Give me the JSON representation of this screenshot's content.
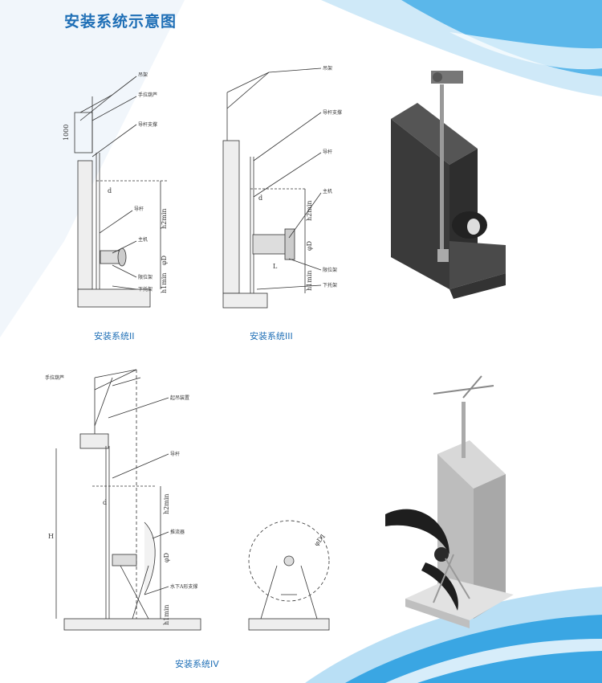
{
  "page": {
    "title": "安装系统示意图"
  },
  "diagram2": {
    "caption": "安装系统II",
    "labels": {
      "crane": "吊架",
      "hoist": "手拉葫芦",
      "support": "导杆支撑",
      "rail": "导杆",
      "motor": "主机",
      "bracket": "限位架",
      "lower_bracket": "下托架"
    },
    "dims": {
      "height_1000": "1000",
      "d": "d",
      "h2": "h2min",
      "phiD": "φD",
      "h1": "h1min"
    }
  },
  "diagram3": {
    "caption": "安装系统III",
    "labels": {
      "crane": "吊架",
      "support": "导杆支撑",
      "rail": "导杆",
      "motor": "主机",
      "bracket": "限位架",
      "lower_bracket": "下托架"
    },
    "dims": {
      "d": "d",
      "h2": "h2min",
      "phiD": "φD",
      "L": "L",
      "h1": "h1min"
    }
  },
  "diagram4": {
    "caption": "安装系统IV",
    "labels": {
      "hoist": "手拉葫芦",
      "lifting": "起吊装置",
      "rail": "导杆",
      "impeller": "推流器",
      "underwater_support": "水下A形支撑"
    },
    "dims": {
      "H": "H",
      "d": "d",
      "h2": "h2min",
      "phiD": "φD",
      "h1": "h1min",
      "phiD1": "φD1"
    }
  },
  "colors": {
    "accent": "#1f6fb6",
    "wave_dark": "#3aa6e3",
    "wave_light": "#b9dff5",
    "concrete": "#4a4a4a"
  }
}
